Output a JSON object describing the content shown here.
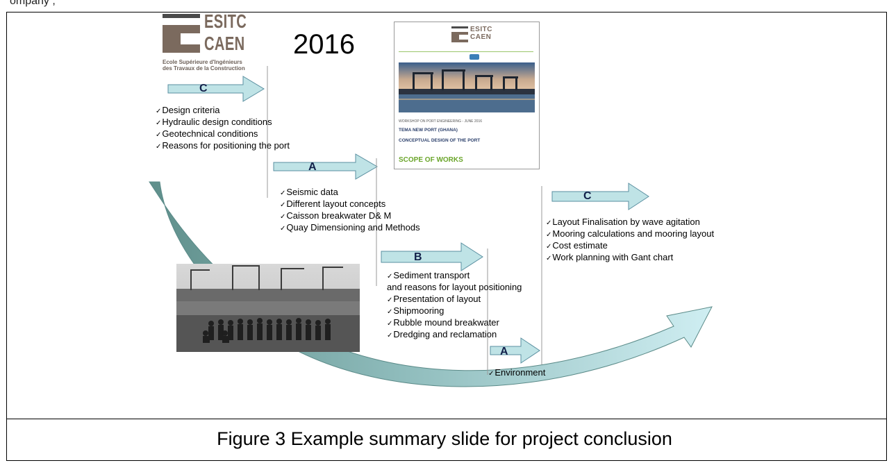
{
  "page": {
    "top_cropped_text": "ompany ,",
    "year": "2016",
    "caption": "Figure 3    Example summary slide for project conclusion"
  },
  "logo": {
    "line1": "ESITC",
    "line2": "CAEN",
    "sub1": "Ecole Supérieure d'Ingénieurs",
    "sub2": "des Travaux de la Construction"
  },
  "cover": {
    "logo_line1": "ESITC",
    "logo_line2": "CAEN",
    "workshop": "WORKSHOP ON PORT ENGINEERING - JUNE 2016",
    "title1": "TEMA NEW PORT (GHANA)",
    "title2": "CONCEPTUAL DESIGN OF THE PORT",
    "scope": "SCOPE OF WORKS"
  },
  "steps": [
    {
      "label": "C",
      "items": [
        "Design criteria",
        "Hydraulic design conditions",
        "Geotechnical conditions",
        "Reasons for positioning the port"
      ]
    },
    {
      "label": "A",
      "items": [
        "Seismic data",
        "Different layout  concepts",
        "Caisson breakwater  D& M",
        "Quay Dimensioning and Methods"
      ]
    },
    {
      "label": "B",
      "items": [
        "Sediment transport",
        "Presentation of layout",
        "Shipmooring",
        "Rubble mound breakwater",
        "Dredging and reclamation"
      ],
      "continuation": "and reasons for layout positioning"
    },
    {
      "label": "A",
      "items": [
        "Environment"
      ]
    },
    {
      "label": "C",
      "items": [
        "Layout Finalisation by wave agitation",
        "Mooring calculations and mooring layout",
        "Cost estimate",
        "Work planning with Gant chart"
      ]
    }
  ],
  "colors": {
    "arrow_fill": "#bfe3e6",
    "arrow_stroke": "#5a8fa0",
    "curve_fill_dark": "#6f9a97",
    "curve_fill_light": "#c9e8ec",
    "logo_brown": "#7b6a5e",
    "logo_dark": "#4b4b4b",
    "scope_green": "#6aa52a"
  }
}
